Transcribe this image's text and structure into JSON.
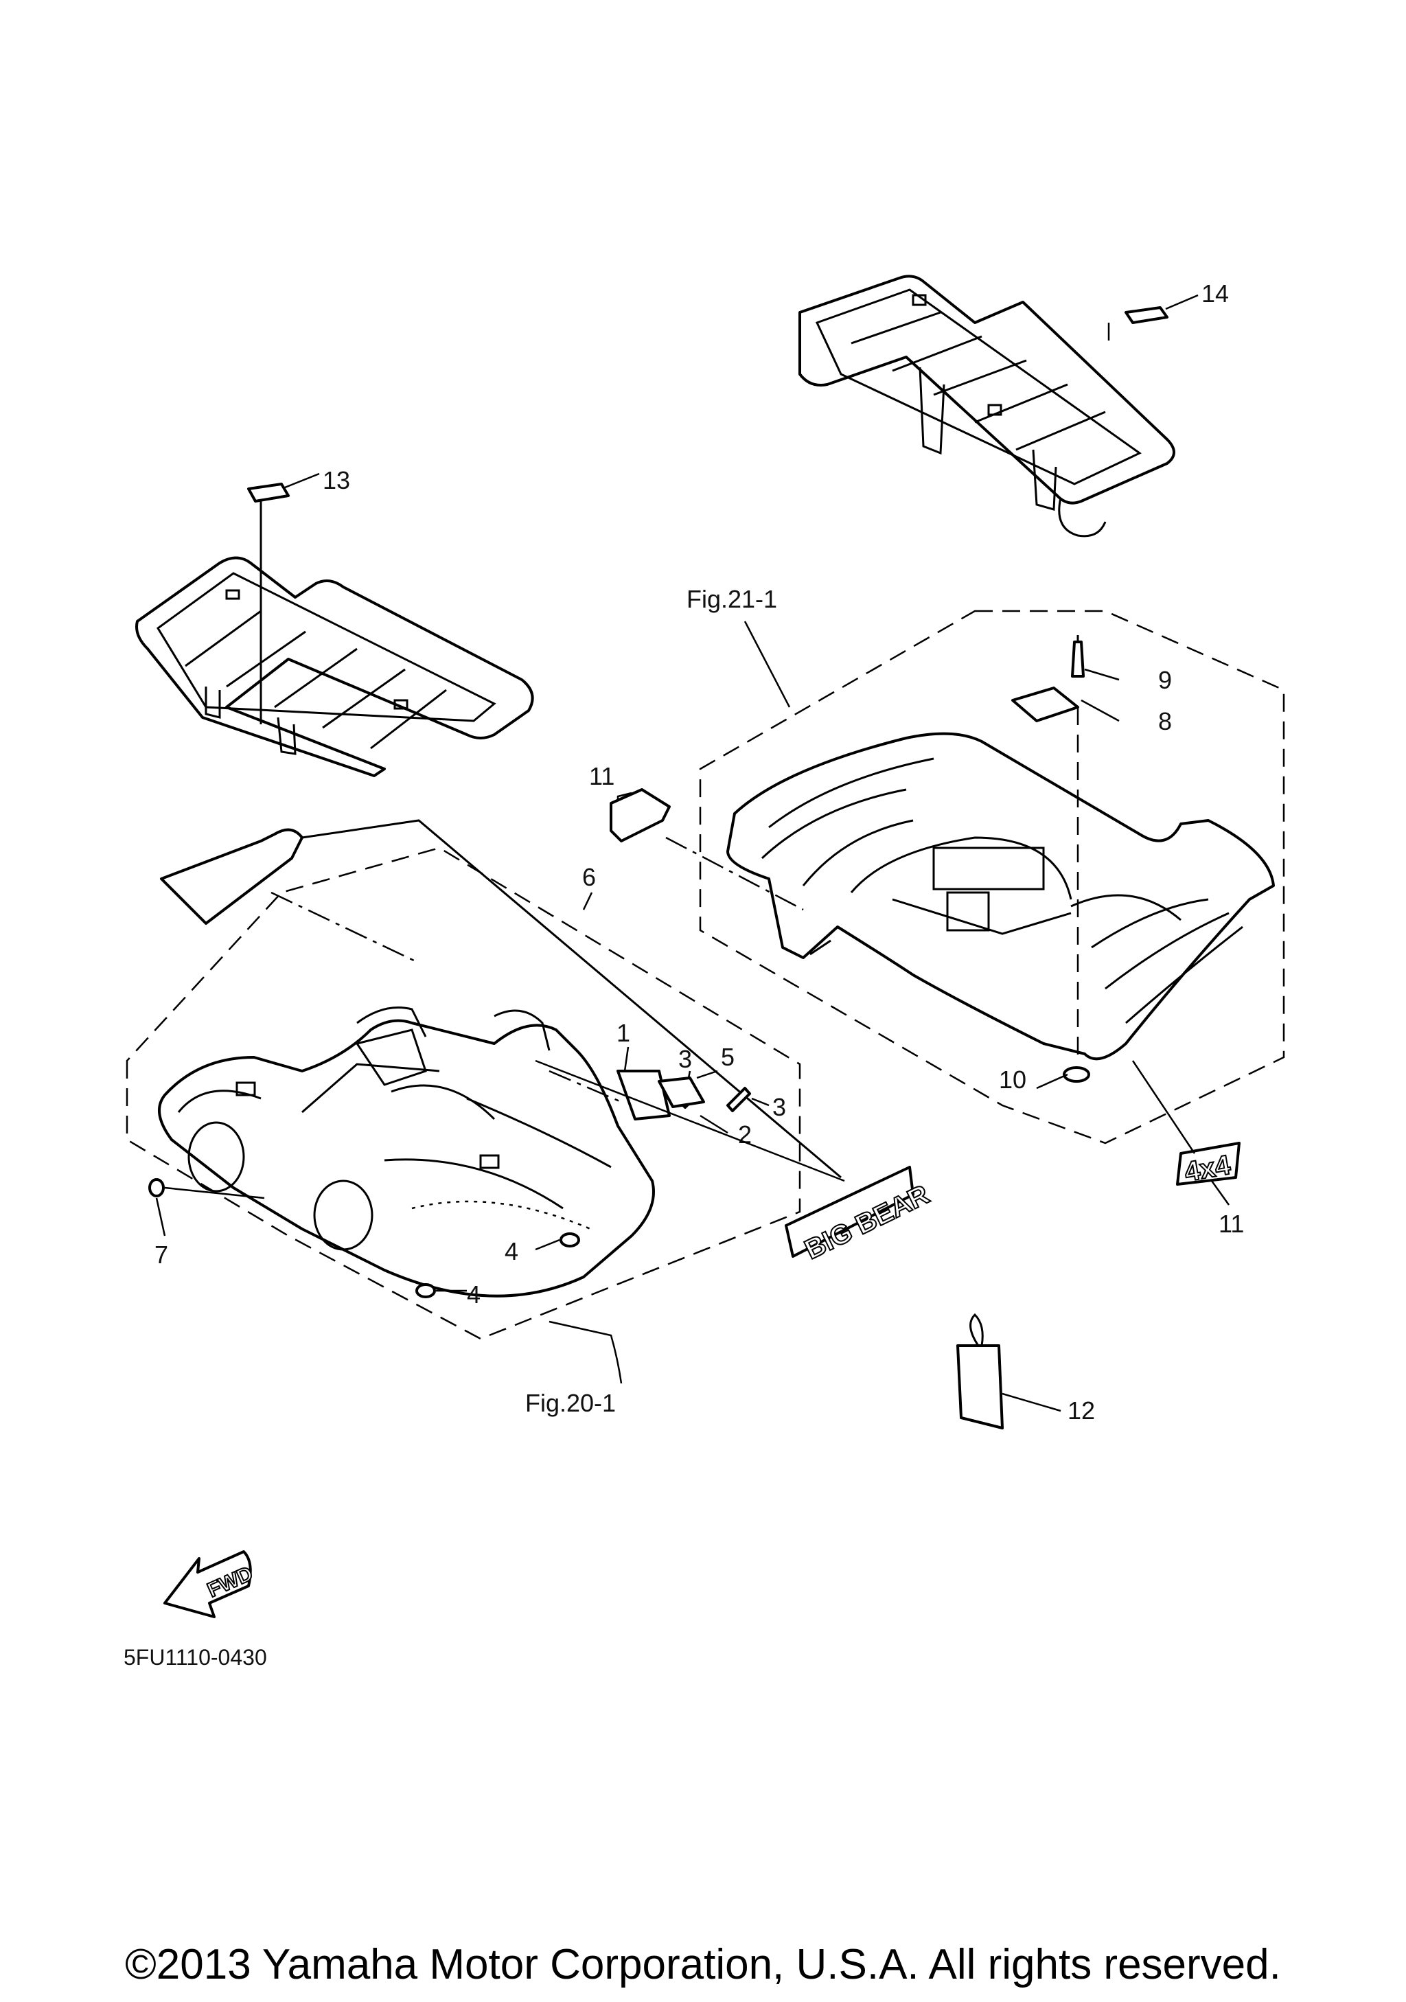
{
  "callouts": {
    "c1": "1",
    "c2": "2",
    "c3a": "3",
    "c3b": "3",
    "c4a": "4",
    "c4b": "4",
    "c5": "5",
    "c6": "6",
    "c7": "7",
    "c8": "8",
    "c9": "9",
    "c10": "10",
    "c11a": "11",
    "c11b": "11",
    "c12": "12",
    "c13": "13",
    "c14": "14"
  },
  "figure_refs": {
    "front": "Fig.20-1",
    "rear": "Fig.21-1"
  },
  "emblems": {
    "side_emblem": "BIG BEAR",
    "drive_emblem": "4x4",
    "direction_arrow": "FWD"
  },
  "diagram_code": "5FU1110-0430",
  "copyright": "©2013 Yamaha Motor Corporation, U.S.A. All rights reserved."
}
